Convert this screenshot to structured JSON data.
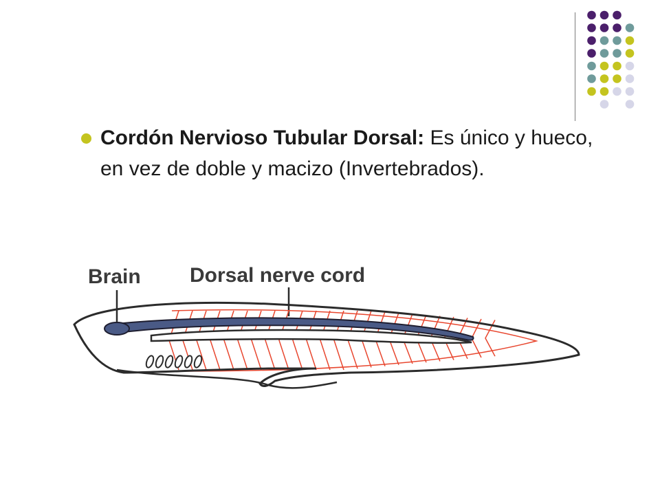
{
  "colors": {
    "purple": "#4b1f6b",
    "teal": "#6f9b9b",
    "olive": "#c4c41f",
    "lavender": "#d6d6e8",
    "bullet": "#c4c41f",
    "nerve": "#4a5a86",
    "muscle": "#e8462e",
    "outline": "#2b2b2b"
  },
  "bullet": {
    "term": "Cordón Nervioso Tubular Dorsal:",
    "text": " Es único y hueco, en vez de doble y macizo (Invertebrados)."
  },
  "diagram": {
    "label_brain": "Brain",
    "label_nerve_cord": "Dorsal nerve cord"
  }
}
